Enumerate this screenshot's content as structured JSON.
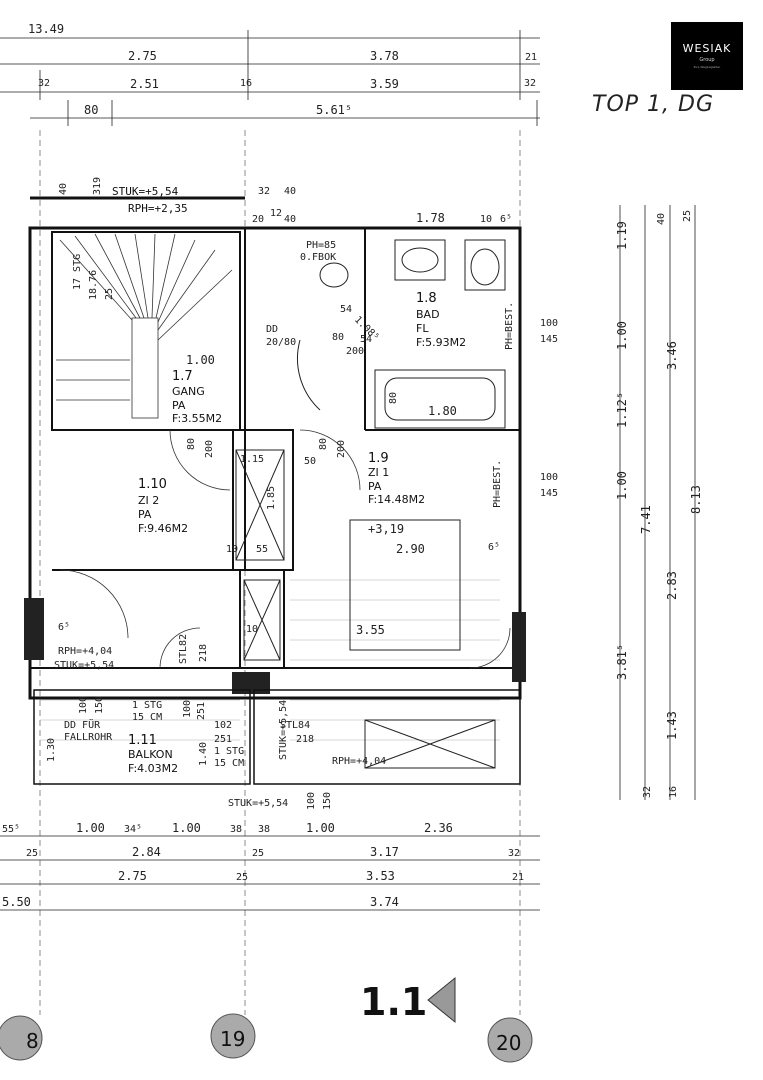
{
  "logo": {
    "name": "WESIAK",
    "sub": "Group",
    "tagline": "Ihre Wegbegleiter"
  },
  "handwritten": "TOP 1, DG",
  "top_dims": {
    "row0": "13.49",
    "row1": [
      "2.75",
      "3.78",
      "21"
    ],
    "row2": [
      "32",
      "2.51",
      "16",
      "3.59",
      "32"
    ],
    "row3": [
      "80",
      "5.61⁵"
    ]
  },
  "upper_dims": {
    "a": "40",
    "b": "319",
    "stuk_top": "STUK=+5,54",
    "rph_top": "RPH=+2,35",
    "c": "32",
    "d": "40",
    "e": "20",
    "f": "12",
    "g": "40",
    "h": "1.78",
    "i": "10",
    "j": "6⁵"
  },
  "rooms": [
    {
      "num": "1.7",
      "name": "GANG",
      "code": "PA",
      "area": "F:3.55M2"
    },
    {
      "num": "1.8",
      "name": "BAD",
      "code": "FL",
      "area": "F:5.93M2"
    },
    {
      "num": "1.9",
      "name": "ZI 1",
      "code": "PA",
      "area": "F:14.48M2"
    },
    {
      "num": "1.10",
      "name": "ZI 2",
      "code": "PA",
      "area": "F:9.46M2"
    },
    {
      "num": "1.11",
      "name": "BALKON",
      "code": "",
      "area": "F:4.03M2"
    }
  ],
  "stair": {
    "steps": "17 STG",
    "rise": "18.76",
    "going": "25"
  },
  "bad_details": {
    "ph": "PH=85",
    "fbok": "0.FBOK",
    "dd": "DD",
    "dd2": "20/80",
    "w": "1.80",
    "h": "80",
    "ph_best": "PH=BEST.",
    "x1": "100",
    "x2": "145",
    "door": "1.08⁵",
    "d1": "54",
    "d2": "80",
    "d3": "200",
    "d4": "54"
  },
  "zi1_details": {
    "ph_best": "PH=BEST.",
    "x1": "100",
    "x2": "145",
    "d1": "+3,19",
    "w1": "2.90",
    "w2": "3.55",
    "w3": "6⁵"
  },
  "misc_dims": {
    "gang_w": "1.00",
    "door_a": "80",
    "door_b": "200",
    "door_c": "80",
    "door_d": "200",
    "n50": "50",
    "n185": "1.85",
    "n115": "1.15",
    "n10": "10",
    "n55": "55",
    "n10b": "10"
  },
  "zi2_details": {
    "rph": "RPH=+4,04",
    "stuk": "STUK=+5,54",
    "stl": "STL82",
    "stl2": "218",
    "n65": "6⁵"
  },
  "balkon_details": {
    "dd": "DD FÜR",
    "fallrohr": "FALLROHR",
    "n100": "100",
    "n150": "150",
    "stg1": "1 STG",
    "cm15": "15 CM",
    "n251": "251",
    "n102": "102",
    "n140": "1.40",
    "stg2": "1 STG",
    "cm15b": "15 CM",
    "n130": "1.30",
    "stuk": "STUK=+5,54",
    "stl84": "STL84",
    "n218": "218",
    "rph": "RPH=+4,04"
  },
  "right_dims": [
    "1.19",
    "40",
    "25",
    "1.00",
    "3.46",
    "1.12⁵",
    "1.00",
    "7.41",
    "8.13",
    "2.83",
    "3.81⁵",
    "1.43",
    "32",
    "16"
  ],
  "bottom_dims": {
    "row1": [
      "55⁵",
      "1.00",
      "34⁵",
      "1.00",
      "38",
      "38",
      "1.00",
      "2.36"
    ],
    "row2": [
      "25",
      "2.84",
      "25",
      "3.17",
      "32"
    ],
    "row3": [
      "2.75",
      "25",
      "3.53",
      "21"
    ],
    "row4": [
      "5.50",
      "3.74"
    ]
  },
  "bottom_stuk": "STUK=+5,54",
  "bottom_n": [
    "100",
    "150"
  ],
  "section": "1.1",
  "axes": [
    "8",
    "19",
    "20"
  ]
}
